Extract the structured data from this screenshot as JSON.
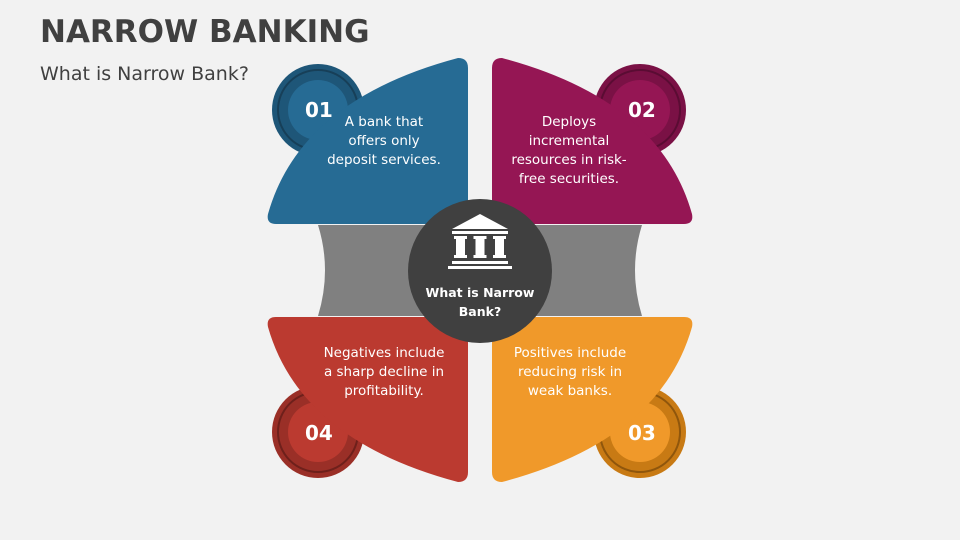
{
  "header": {
    "title": "NARROW BANKING",
    "subtitle": "What is Narrow Bank?"
  },
  "center": {
    "label": "What is Narrow Bank?",
    "icon": "bank-building-icon",
    "color": "#404040"
  },
  "colors": {
    "background": "#f2f2f2",
    "band": "#808080",
    "blue": "#266b94",
    "magenta": "#951654",
    "orange": "#f0992a",
    "red": "#bb3a30"
  },
  "items": [
    {
      "number": "01",
      "text": "A bank that offers only deposit services.",
      "lines": [
        "A bank that",
        "offers only",
        "deposit services."
      ],
      "color": "#266b94"
    },
    {
      "number": "02",
      "text": "Deploys incremental resources in risk-free securities.",
      "lines": [
        "Deploys",
        "incremental",
        "resources in risk-",
        "free securities."
      ],
      "color": "#951654"
    },
    {
      "number": "03",
      "text": "Positives include reducing risk in weak banks.",
      "lines": [
        "Positives include",
        "reducing risk in",
        "weak banks."
      ],
      "color": "#f0992a"
    },
    {
      "number": "04",
      "text": "Negatives include a sharp decline in profitability.",
      "lines": [
        "Negatives include",
        "a sharp decline in",
        "profitability."
      ],
      "color": "#bb3a30"
    }
  ]
}
